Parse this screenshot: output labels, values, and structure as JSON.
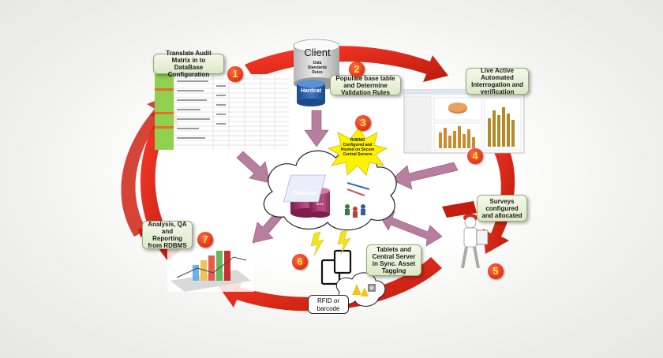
{
  "client": {
    "title": "Client",
    "rules": "Data Standards Rules",
    "hardcat": "Hardcat"
  },
  "database": {
    "label": "Database",
    "sub": "BDM"
  },
  "star": {
    "text": "RDBMS Configured and Hosted on Secure Central Servers"
  },
  "rfid": {
    "text": "RFID or barcode"
  },
  "steps": [
    {
      "num": "1",
      "label": "Translate Audit Matrix in to DataBase Configuration"
    },
    {
      "num": "2",
      "label": "Populate base table and Determine Validation Rules"
    },
    {
      "num": "3",
      "label": ""
    },
    {
      "num": "4",
      "label": "Live Active Automated Interrogation and verification"
    },
    {
      "num": "5",
      "label": "Surveys configured and allocated"
    },
    {
      "num": "6",
      "label": "Tablets and Central Server in Sync. Asset Tagging"
    },
    {
      "num": "7",
      "label": "Analysis, QA and Reporting from RDBMS"
    }
  ],
  "colors": {
    "cycle_arrow": "#d42a1a",
    "flow_arrow": "#b77ea0",
    "callout_fill": "#e4edd2",
    "badge": "#e02a10",
    "badge_text": "#ffe94a",
    "database": "#a83a6e",
    "star": "#fff200",
    "hardcat": "#2a5fa8"
  }
}
